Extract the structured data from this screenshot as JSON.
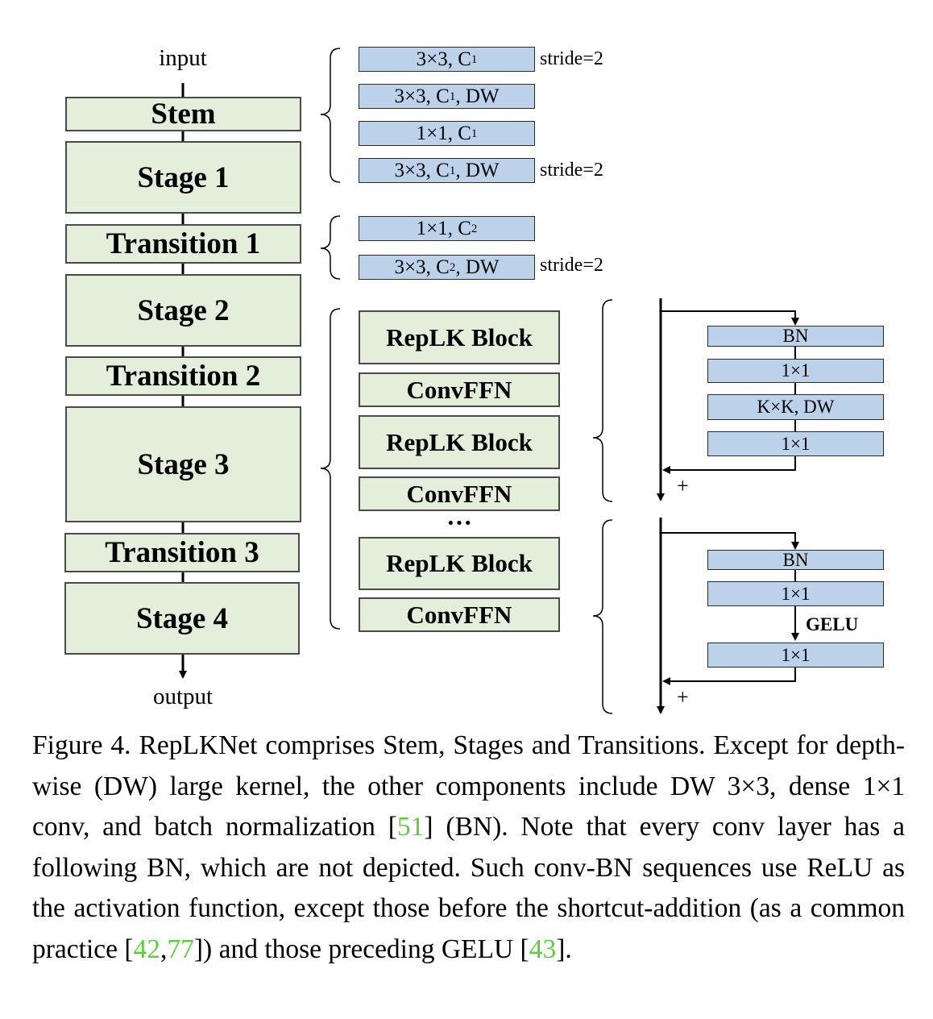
{
  "left_column": {
    "input_label": "input",
    "output_label": "output",
    "stages": [
      "Stem",
      "Stage 1",
      "Transition 1",
      "Stage 2",
      "Transition 2",
      "Stage 3",
      "Transition 3",
      "Stage 4"
    ]
  },
  "stem": {
    "layers": [
      {
        "text": "3×3, C",
        "sub": "1",
        "rest": ""
      },
      {
        "text": "3×3, C",
        "sub": "1",
        "rest": ", DW"
      },
      {
        "text": "1×1, C",
        "sub": "1",
        "rest": ""
      },
      {
        "text": "3×3, C",
        "sub": "1",
        "rest": ", DW"
      }
    ],
    "notes": [
      "stride=2",
      "stride=2"
    ]
  },
  "transition": {
    "layers": [
      {
        "text": "1×1, C",
        "sub": "2",
        "rest": ""
      },
      {
        "text": "3×3, C",
        "sub": "2",
        "rest": ", DW"
      }
    ],
    "note": "stride=2"
  },
  "stage_detail": {
    "blocks": [
      "RepLK Block",
      "ConvFFN",
      "RepLK Block",
      "ConvFFN",
      "RepLK Block",
      "ConvFFN"
    ],
    "ellipsis": "···"
  },
  "replk_block": {
    "layers": [
      "BN",
      "1×1",
      "K×K, DW",
      "1×1"
    ],
    "plus": "+"
  },
  "convffn": {
    "layers": [
      "BN",
      "1×1",
      "1×1"
    ],
    "activation": "GELU",
    "plus": "+"
  },
  "caption": {
    "text1": "Figure 4. RepLKNet comprises Stem, Stages and Transitions. Except for depth-wise (DW) large kernel, the other components include DW 3×3, dense 1×1 conv, and batch normalization [",
    "ref1": "51",
    "text2": "] (BN). Note that every conv layer has a following BN, which are not depicted. Such conv-BN sequences use ReLU as the activation function, except those before the shortcut-addition (as a common practice [",
    "ref2": "42",
    "sep": ",",
    "ref3": "77",
    "text3": "]) and those preceding GELU [",
    "ref4": "43",
    "text4": "]."
  },
  "colors": {
    "stage_fill": "#e3efdb",
    "layer_fill": "#bcd2ea",
    "reference": "#5ccd3c"
  }
}
